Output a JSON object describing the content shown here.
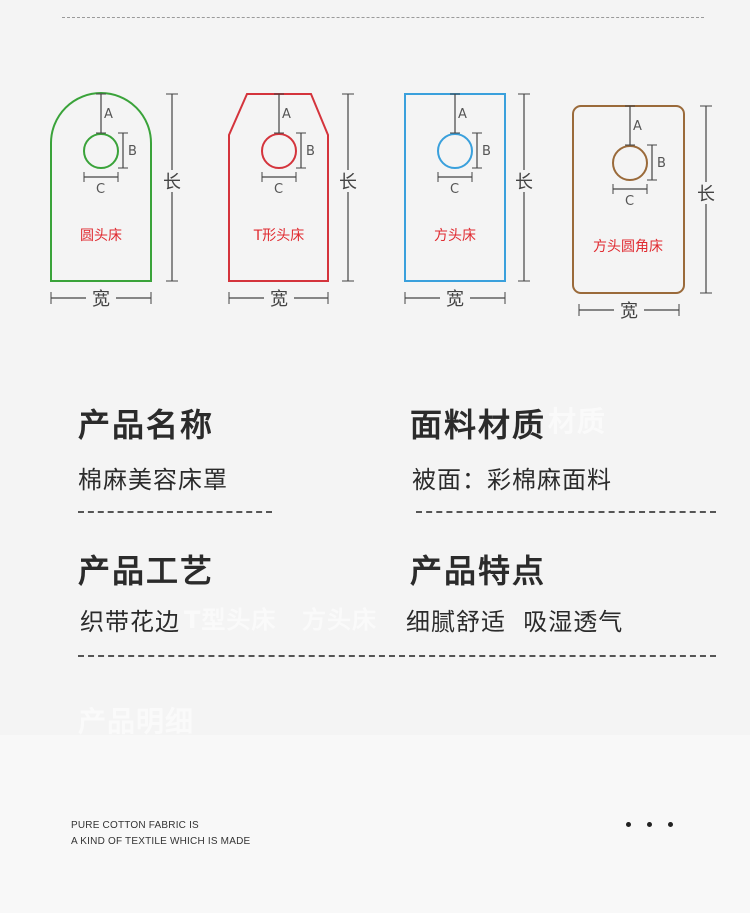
{
  "diagram": {
    "labels": {
      "a": "A",
      "b": "B",
      "c": "C",
      "length": "长",
      "width": "宽"
    },
    "beds": [
      {
        "name": "圆头床",
        "color": "#3aa33a"
      },
      {
        "name": "T形头床",
        "color": "#d4343c"
      },
      {
        "name": "方头床",
        "color": "#3aa0dc"
      },
      {
        "name": "方头圆角床",
        "color": "#9a6a3a"
      }
    ]
  },
  "info": {
    "product_name": {
      "title": "产品名称",
      "value": "棉麻美容床罩"
    },
    "material": {
      "title": "面料材质",
      "value": "被面：彩棉麻面料"
    },
    "craft": {
      "title": "产品工艺",
      "value": "织带花边"
    },
    "features": {
      "title": "产品特点",
      "value": "细腻舒适  吸湿透气"
    }
  },
  "ghost": {
    "g1": "材质",
    "g2": "T型头床",
    "g3": "方头床",
    "g4": "产品明细"
  },
  "footer": {
    "line1": "PURE COTTON FABRIC IS",
    "line2": "A KIND OF TEXTILE WHICH IS MADE"
  }
}
